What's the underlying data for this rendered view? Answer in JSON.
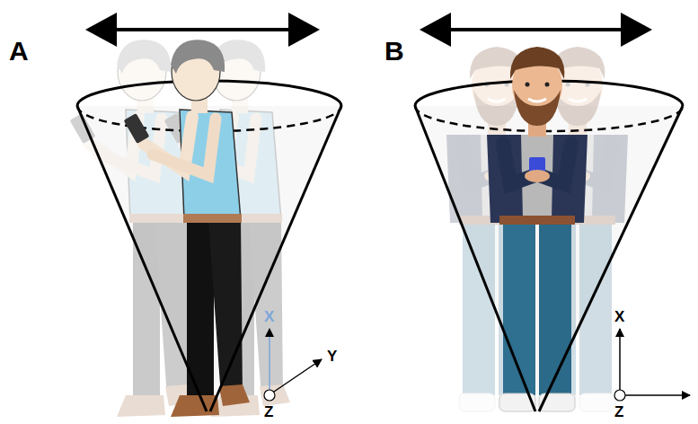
{
  "diagram": {
    "labels": [
      "A",
      "X",
      "Y",
      "Z",
      "B",
      "X",
      "Z"
    ]
  }
}
